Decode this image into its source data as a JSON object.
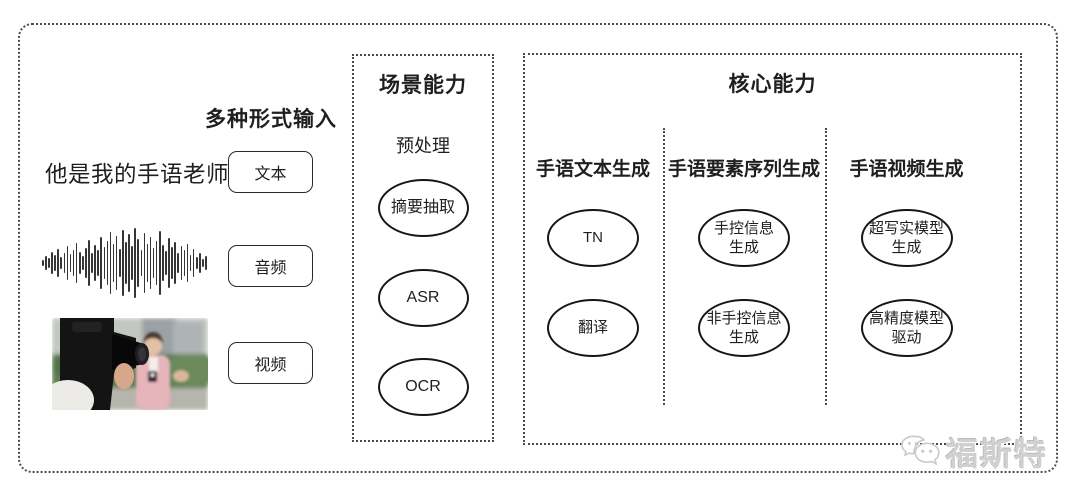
{
  "colors": {
    "ink": "#1f1f1f",
    "dotted_border": "#4d4d4d",
    "ellipse_stroke": "#161616",
    "watermark_gray": "#d0d0d0",
    "waveform": "#353535"
  },
  "input_section": {
    "title": "多种形式输入",
    "text_sample": "他是我的手语老师",
    "boxes": [
      {
        "label": "文本"
      },
      {
        "label": "音频"
      },
      {
        "label": "视频"
      }
    ],
    "video_thumbnail_description": "摄像机拍摄穿粉色西装的记者采访画面",
    "waveform_bars": [
      6,
      14,
      10,
      22,
      16,
      28,
      12,
      20,
      34,
      18,
      26,
      40,
      22,
      14,
      30,
      46,
      20,
      36,
      26,
      52,
      32,
      44,
      62,
      38,
      54,
      28,
      66,
      42,
      58,
      34,
      70,
      48,
      26,
      60,
      38,
      52,
      30,
      44,
      64,
      36,
      24,
      50,
      32,
      42,
      20,
      34,
      26,
      38,
      16,
      28,
      12,
      20,
      8,
      14
    ]
  },
  "scene_box": {
    "title": "场景能力",
    "stage_label": "预处理",
    "nodes": [
      {
        "label": "摘要抽取"
      },
      {
        "label": "ASR"
      },
      {
        "label": "OCR"
      }
    ]
  },
  "core_box": {
    "title": "核心能力",
    "columns": [
      {
        "header": "手语文本生成",
        "nodes": [
          {
            "label": "TN"
          },
          {
            "label": "翻译"
          }
        ]
      },
      {
        "header": "手语要素序列生成",
        "nodes": [
          {
            "label": "手控信息\n生成"
          },
          {
            "label": "非手控信息\n生成"
          }
        ]
      },
      {
        "header": "手语视频生成",
        "nodes": [
          {
            "label": "超写实模型\n生成"
          },
          {
            "label": "高精度模型\n驱动"
          }
        ]
      }
    ]
  },
  "watermark": {
    "icon": "wechat-chat-bubbles-icon",
    "text": "福斯特"
  }
}
